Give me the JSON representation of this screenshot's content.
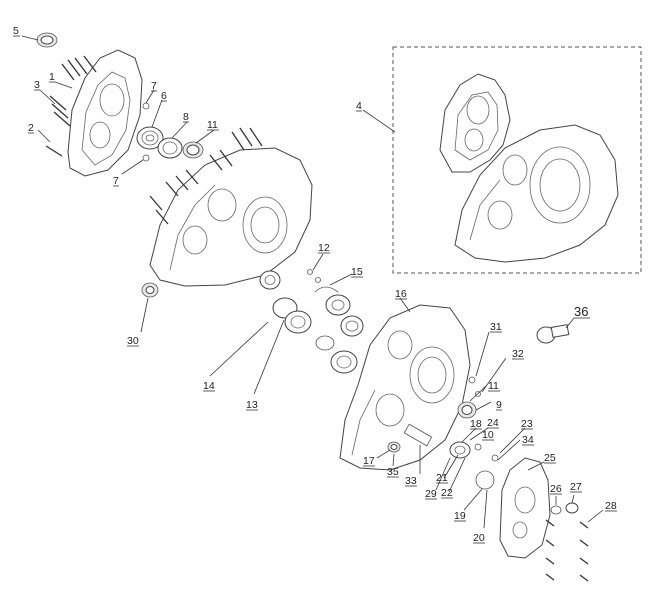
{
  "labels": {
    "l1": "1",
    "l2": "2",
    "l3": "3",
    "l4": "4",
    "l5": "5",
    "l6": "6",
    "l7a": "7",
    "l7b": "7",
    "l8": "8",
    "l9": "9",
    "l10": "10",
    "l11a": "11",
    "l11b": "11",
    "l12": "12",
    "l13": "13",
    "l14": "14",
    "l15": "15",
    "l16": "16",
    "l17": "17",
    "l18": "18",
    "l19": "19",
    "l20": "20",
    "l21": "21",
    "l22": "22",
    "l23": "23",
    "l24": "24",
    "l25": "25",
    "l26": "26",
    "l27": "27",
    "l28": "28",
    "l29": "29",
    "l30": "30",
    "l31": "31",
    "l32": "32",
    "l33": "33",
    "l34": "34",
    "l35": "35",
    "l36": "36"
  },
  "colors": {
    "line": "#444444",
    "background": "#ffffff",
    "dashed_box": "#555555"
  }
}
